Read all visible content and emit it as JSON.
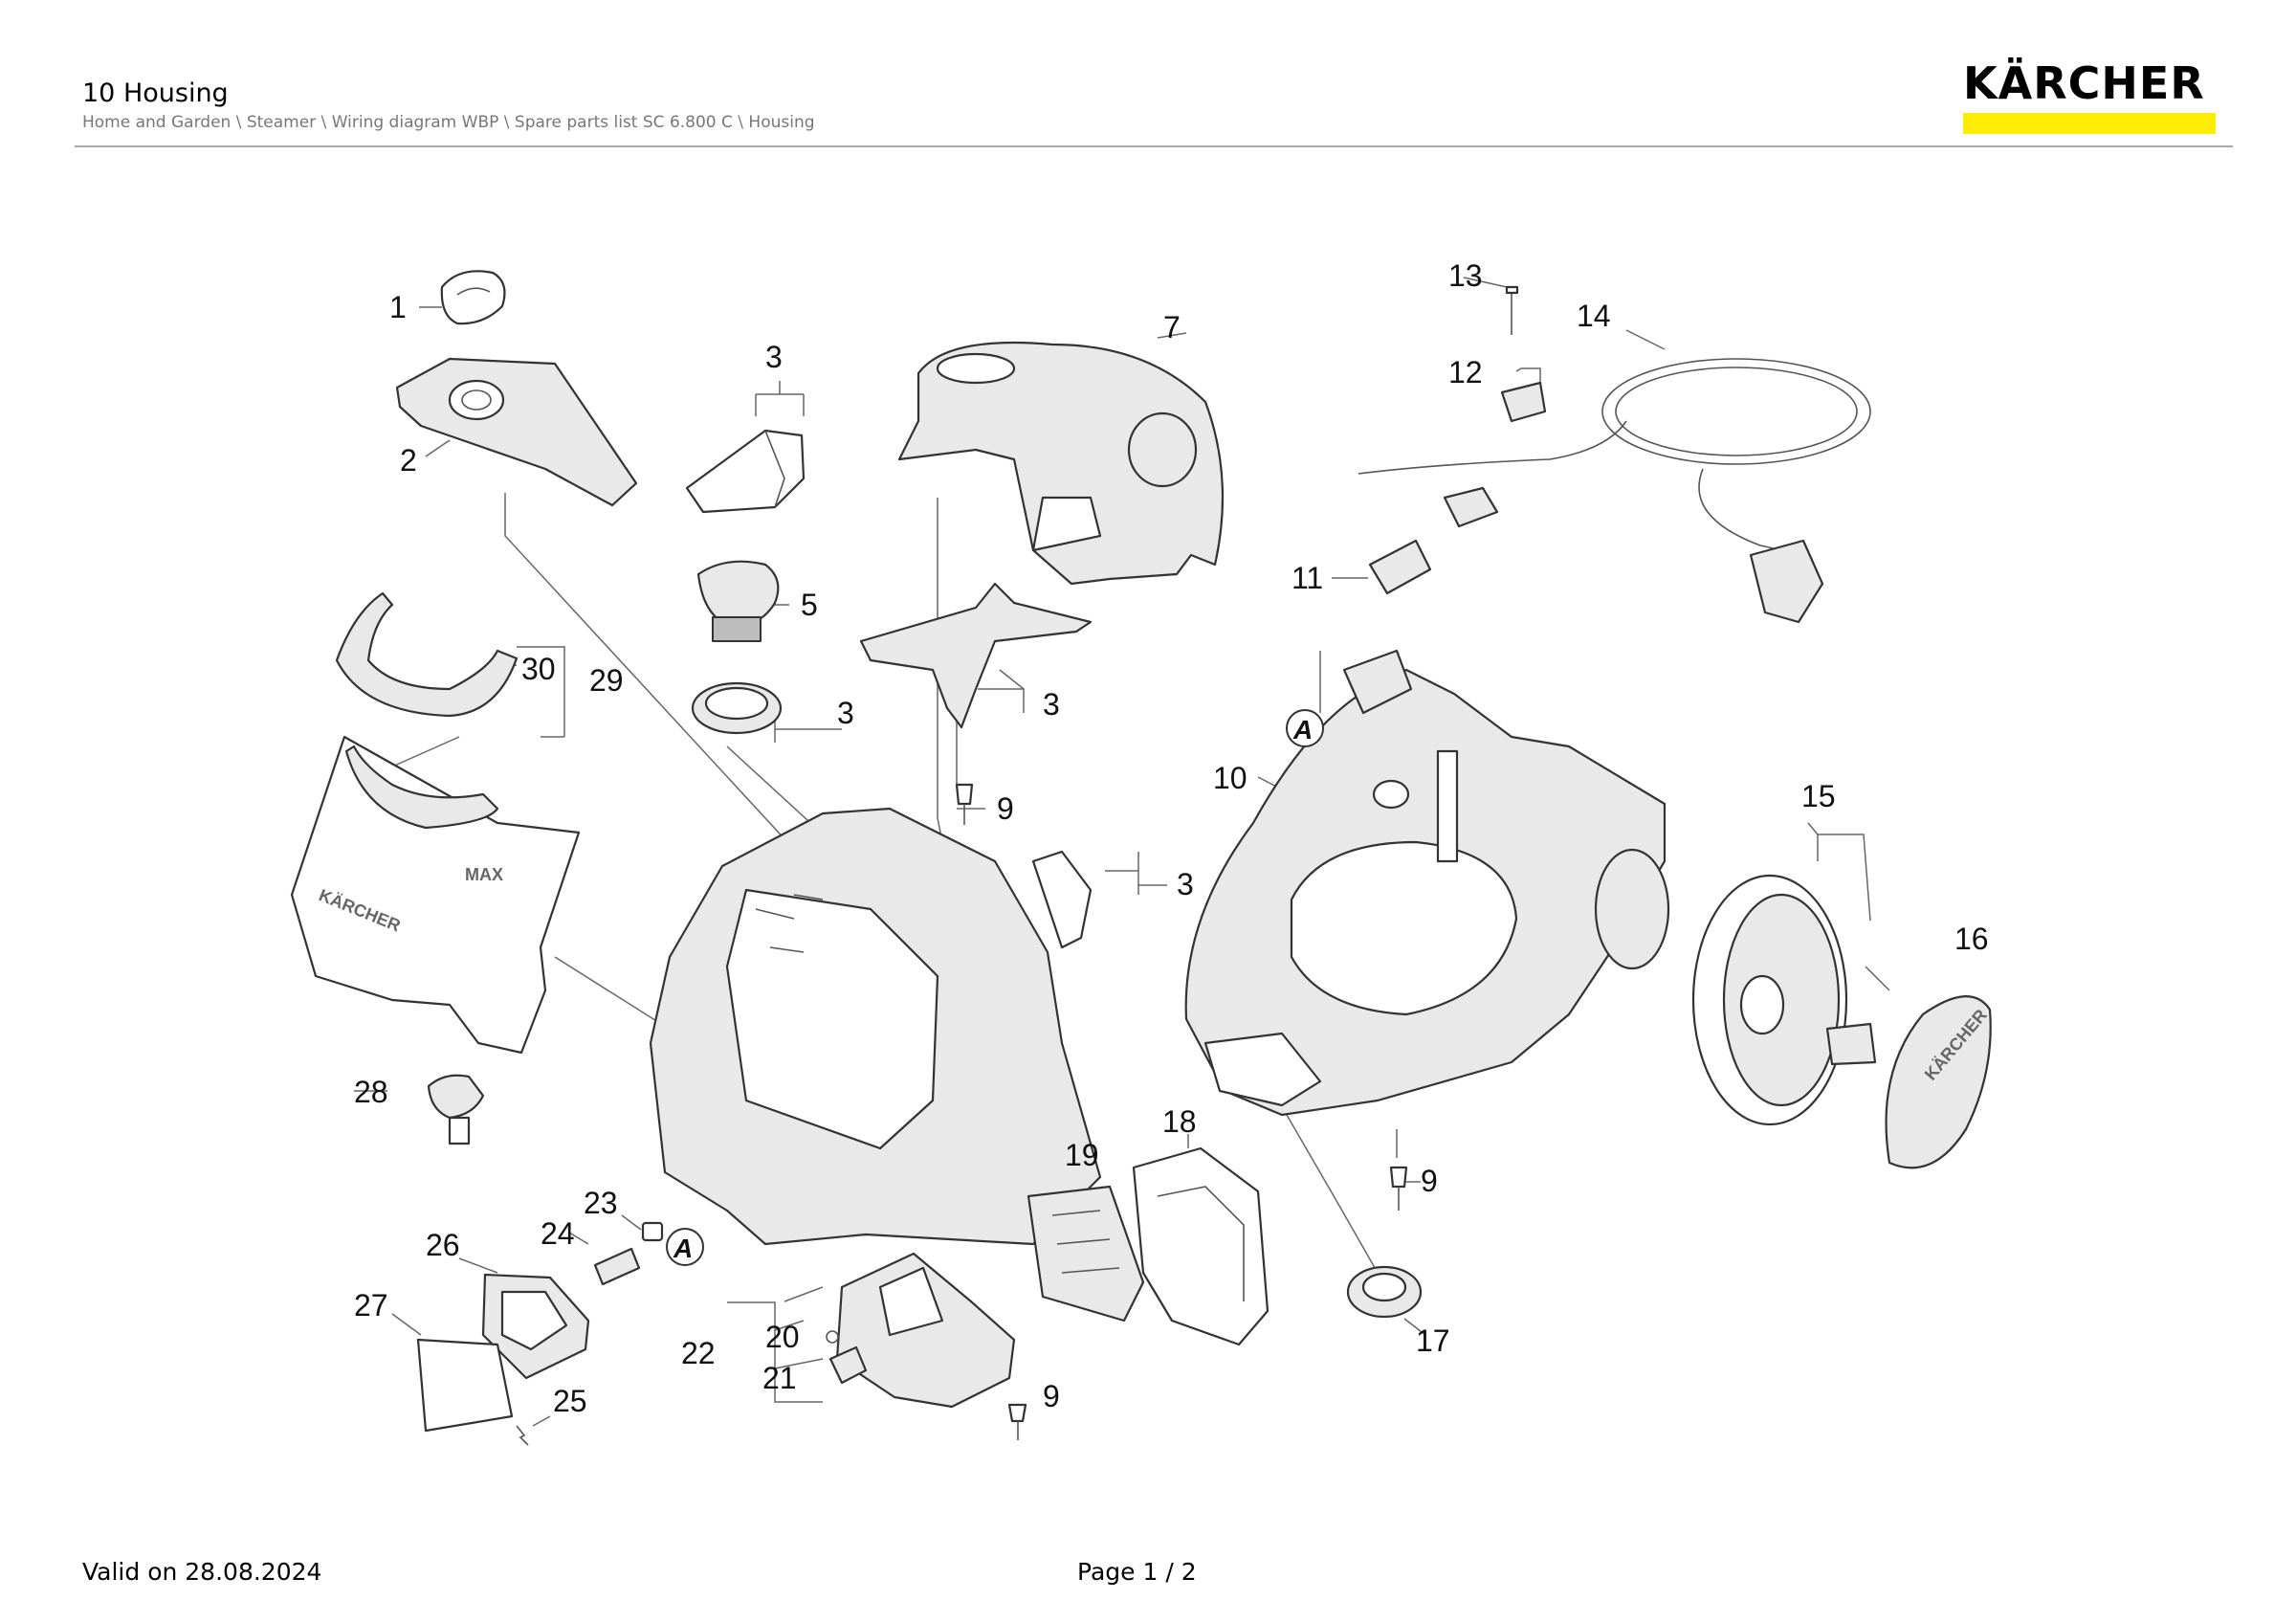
{
  "header": {
    "title": "10 Housing",
    "breadcrumb": "Home and Garden \\ Steamer \\ Wiring diagram WBP \\ Spare parts list SC 6.800 C \\ Housing"
  },
  "brand": {
    "name": "KÄRCHER",
    "bar_color": "#ffed00"
  },
  "diagram": {
    "callouts": [
      "1",
      "2",
      "3",
      "5",
      "3",
      "3",
      "7",
      "9",
      "3",
      "30",
      "29",
      "28",
      "23",
      "24",
      "26",
      "27",
      "25",
      "22",
      "20",
      "21",
      "9",
      "19",
      "18",
      "10",
      "9",
      "17",
      "11",
      "12",
      "13",
      "14",
      "15",
      "16"
    ],
    "markers": [
      "A",
      "A"
    ],
    "part_labels": {
      "tank_logo": "KÄRCHER",
      "tank_max": "MAX",
      "cover_logo": "KÄRCHER"
    }
  },
  "footer": {
    "valid": "Valid on 28.08.2024",
    "page": "Page 1 / 2"
  }
}
